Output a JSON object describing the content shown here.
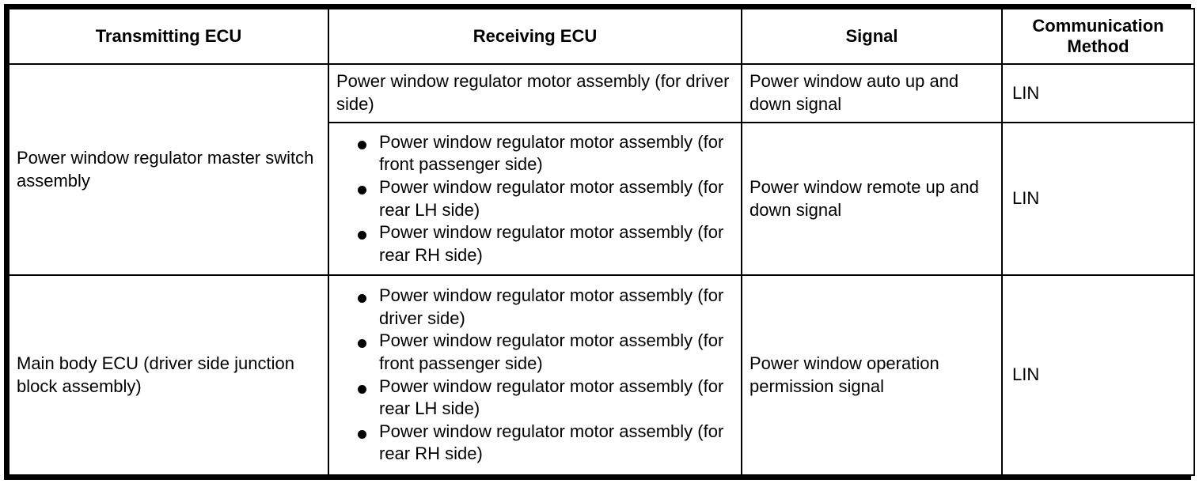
{
  "table": {
    "columns": [
      {
        "key": "transmitting_ecu",
        "label": "Transmitting ECU"
      },
      {
        "key": "receiving_ecu",
        "label": "Receiving ECU"
      },
      {
        "key": "signal",
        "label": "Signal"
      },
      {
        "key": "communication_method",
        "label": "Communication Method"
      }
    ],
    "header_labels": {
      "transmitting_ecu": "Transmitting ECU",
      "receiving_ecu": "Receiving ECU",
      "signal": "Signal",
      "communication_method_line1": "Communication",
      "communication_method_line2": "Method"
    },
    "groups": [
      {
        "transmitting_ecu": "Power window regulator master switch assembly",
        "rows": [
          {
            "receiving_ecu_text": "Power window regulator motor assembly (for driver side)",
            "receiving_ecu_bullets": [],
            "signal": "Power window auto up and down signal",
            "communication_method": "LIN"
          },
          {
            "receiving_ecu_text": "",
            "receiving_ecu_bullets": [
              "Power window regulator motor assembly (for front passenger side)",
              "Power window regulator motor assembly (for rear LH side)",
              "Power window regulator motor assembly (for rear RH side)"
            ],
            "signal": "Power window remote up and down signal",
            "communication_method": "LIN"
          }
        ]
      },
      {
        "transmitting_ecu": "Main body ECU (driver side junction block assembly)",
        "rows": [
          {
            "receiving_ecu_text": "",
            "receiving_ecu_bullets": [
              "Power window regulator motor assembly (for driver side)",
              "Power window regulator motor assembly (for front passenger side)",
              "Power window regulator motor assembly (for rear LH side)",
              "Power window regulator motor assembly (for rear RH side)"
            ],
            "signal": "Power window operation permission signal",
            "communication_method": "LIN"
          }
        ]
      }
    ]
  },
  "colors": {
    "border": "#000000",
    "background": "#ffffff",
    "text": "#000000"
  }
}
